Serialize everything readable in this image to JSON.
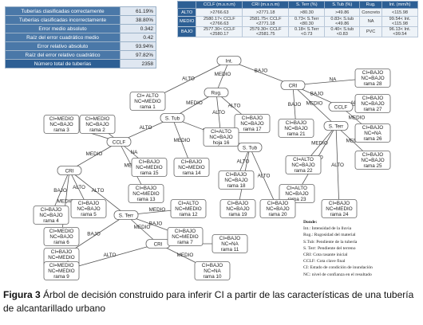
{
  "stats": [
    {
      "label": "Tuberías clasificadas correctamente",
      "value": "61.19%"
    },
    {
      "label": "Tuberías clasificadas incorrectamente",
      "value": "38.80%"
    },
    {
      "label": "Error medio absoluto",
      "value": "0.342"
    },
    {
      "label": "Raíz del error cuadrático medio",
      "value": "0.42"
    },
    {
      "label": "Error relativo absoluto",
      "value": "93.94%"
    },
    {
      "label": "Raíz del error relativo cuadrático",
      "value": "97.82%"
    },
    {
      "label": "Número total de tuberías",
      "value": "2358"
    }
  ],
  "rules": {
    "headers": [
      "",
      "CCLF (m.s.n.m)",
      "CRI (m.s.n.m)",
      "S. Terr (%)",
      "S.Tub (%)",
      "Rug.",
      "Int. (mm/h)"
    ],
    "rows": [
      {
        "label": "ALTO",
        "cells": [
          ">2766.63",
          ">2771.18",
          ">80.30",
          ">49.86",
          "Concreto",
          "<115.98"
        ]
      },
      {
        "label": "MEDIO",
        "cells": [
          "2580.17< CCLF <2766.63",
          "2581.75< CCLF <2771.18",
          "0.73< S.Terr <80.30",
          "0.83< S.tub <49.86",
          "NA",
          "99.54< Int. <115.98"
        ]
      },
      {
        "label": "BAJO",
        "cells": [
          "2577.30< CCLF <2580.17",
          "2579.30< CCLF <2581.75",
          "0.18< S.Terr <0.73",
          "0.40< S.tub <0.83",
          "PVC",
          "96.13< Int. <99.54"
        ]
      }
    ]
  },
  "tree": {
    "decisions": {
      "int": "Int.",
      "rug": "Rug.",
      "cri_r": "CRI",
      "cclf_r": "CCLF",
      "stub": "S. Tub",
      "stub2": "S. Tub",
      "sterr_r": "S. Terr",
      "cclf_l": "CCLF",
      "cri_l": "CRI",
      "sterr_l": "S. Terr",
      "cri_b": "CRI"
    },
    "leaves": {
      "l28": [
        "CI=BAJO",
        "NC=BAJO",
        "rama 28"
      ],
      "l27": [
        "CI=BAJO",
        "NC=BAJO",
        "rama 27"
      ],
      "l26": [
        "CI=BAJO",
        "NC=NA",
        "rama 26"
      ],
      "l25": [
        "CI=BAJO",
        "NC=BAJO",
        "rama 25"
      ],
      "l1": [
        "CI= ALTO",
        "NC=MEDIO",
        "rama 1"
      ],
      "l17": [
        "CI=BAJO",
        "NC=BAJO",
        "rama 17"
      ],
      "l21": [
        "CI=BAJO",
        "NC=BAJO",
        "rama 21"
      ],
      "l16": [
        "CI=ALTO",
        "NC=BAJO",
        "hoja 16"
      ],
      "l3": [
        "CI=MEDIO",
        "NC=BAJO",
        "rama 3"
      ],
      "l2": [
        "CI=MEDIO",
        "NC=BAJO",
        "rama 2"
      ],
      "l22": [
        "CI=ALTO",
        "NC=BAJO",
        "rama 22"
      ],
      "l15": [
        "CI=BAJO",
        "NC=MEDIO",
        "rama 15"
      ],
      "l14": [
        "CI=BAJO",
        "NC=MEDIO",
        "rama 14"
      ],
      "l13": [
        "CI=BAJO",
        "NC=MEDIO",
        "rama 13"
      ],
      "l18": [
        "CI=BAJO",
        "NC=BAJO",
        "rama 18"
      ],
      "l23": [
        "CI=ALTO",
        "NC=BAJO",
        "rama 23"
      ],
      "l24": [
        "CI=BAJO",
        "NC=MEDIO",
        "rama 24"
      ],
      "l4": [
        "CI=BAJO",
        "NC=BAJO",
        "rama 4"
      ],
      "l5": [
        "CI=BAJO",
        "NC=BAJO",
        "rama 5"
      ],
      "l12": [
        "CI=ALTO",
        "NC=MEDIO",
        "rama 12"
      ],
      "l19": [
        "CI=BAJO",
        "NC=BAJO",
        "rama 19"
      ],
      "l20": [
        "CI=BAJO",
        "NC=BAJO",
        "rama 20"
      ],
      "l6": [
        "CI=MEDIO",
        "NC=BAJO",
        "rama 6"
      ],
      "l7": [
        "CI=BAJO",
        "NC=MEDIO",
        "rama 7"
      ],
      "l11": [
        "CI=BAJO",
        "NC=NA",
        "rama 11"
      ],
      "l8": [
        "CI=BAJO",
        "NC=MEDIO",
        "rama 8"
      ],
      "l9": [
        "CI=MEDIO",
        "NC=MEDIO",
        "rama 9"
      ],
      "l10": [
        "CI=BAJO",
        "NC=NA",
        "rama 10"
      ]
    },
    "edge_labels": [
      "ALTO",
      "MEDIO",
      "BAJO",
      "MEDIO",
      "ALTO",
      "ALTO",
      "NA",
      "BAJO",
      "BAJO",
      "MEDIO",
      "ALTO",
      "MEDIO",
      "MEDIO",
      "BAJO",
      "ALTO",
      "MEDIO",
      "ALTO",
      "MEDIO",
      "MEDIO",
      "ALTO",
      "BAJO",
      "ALTO",
      "BAJO",
      "BAJO",
      "MEDIO",
      "NA",
      "MEDIO",
      "BAJO",
      "ALTO",
      "MEDIO",
      "ALTO",
      "MEDIO",
      "BAJO",
      "BAJO",
      "MEDIO",
      "NA",
      "ALTO",
      "MEDIO",
      "ALTO",
      "BAJO",
      "BAJO",
      "ALTO"
    ]
  },
  "legend": {
    "title": "Donde:",
    "items": [
      "Int.: Intensidad de la lluvia",
      "Rug.: Rugosidad del material",
      "S.Tub: Pendiente de la tubería",
      "S. Terr: Pendiente del terreno",
      "CRI: Cota rasante inicial",
      "CCLF: Cota clave final",
      "CI: Estado de condición de inundación",
      "NC: nivel de confianza en el resultado"
    ]
  },
  "caption": {
    "prefix": "Figura 3",
    "text": " Árbol de decisión construido para inferir CI a partir de las características de una tubería de alcantarillado urbano"
  },
  "colors": {
    "header_blue": "#2d5f94",
    "cell_blue": "#4a78a8",
    "node_border": "#666666"
  }
}
